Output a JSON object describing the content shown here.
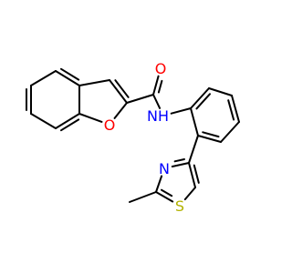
{
  "structure": {
    "labels": {
      "carbonyl_oxygen": "O",
      "furan_oxygen": "O",
      "amide_nh": "NH",
      "thiazole_nitrogen": "N",
      "thiazole_sulfur": "S"
    },
    "colors": {
      "bond": "#000000",
      "oxygen": "#ff0000",
      "nitrogen": "#0000ff",
      "sulfur": "#b2b200"
    }
  }
}
